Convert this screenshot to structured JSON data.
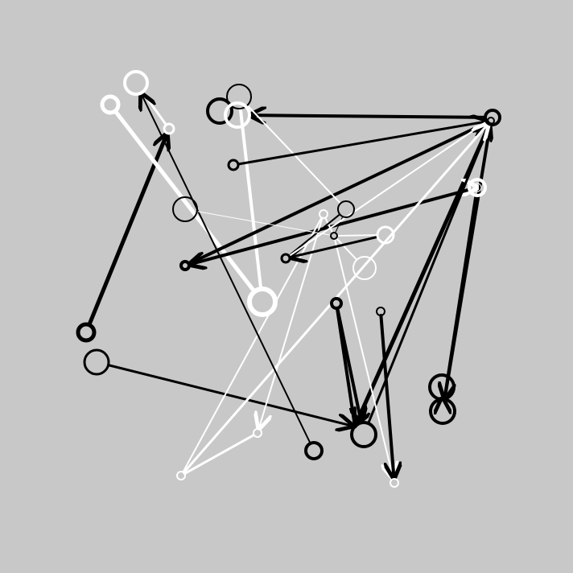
{
  "colors": {
    "background": "#c8c8c8",
    "black": "#000000",
    "white": "#ffffff"
  },
  "nodes": {
    "n1": {
      "color": "white"
    },
    "n2": {
      "color": "white"
    },
    "n3": {
      "color": "white"
    },
    "n4": {
      "color": "black"
    },
    "n5": {
      "color": "black"
    },
    "n6": {
      "color": "black"
    },
    "n7": {
      "color": "black"
    },
    "n8": {
      "color": "white"
    },
    "n9": {
      "color": "black"
    },
    "n10": {
      "color": "black"
    },
    "n11": {
      "color": "black"
    },
    "n12": {
      "color": "white"
    },
    "n13": {
      "color": "black"
    },
    "n14": {
      "color": "white"
    },
    "n15": {
      "color": "black"
    },
    "n16": {
      "color": "black"
    },
    "n17": {
      "color": "black"
    },
    "n18": {
      "color": "white"
    },
    "n19": {
      "color": "white"
    },
    "n20": {
      "color": "black"
    },
    "n21": {
      "color": "black"
    },
    "n22": {
      "color": "black"
    },
    "n23": {
      "color": "black"
    },
    "n24": {
      "color": "black"
    },
    "n25": {
      "color": "white"
    },
    "n26": {
      "color": "black"
    },
    "n27": {
      "color": "white"
    },
    "n28": {
      "color": "white"
    },
    "n29": {
      "color": "black"
    },
    "n30": {
      "color": "white"
    },
    "n31": {
      "color": "white"
    },
    "n32": {
      "color": "black"
    }
  },
  "edges": [
    {
      "from": "n4",
      "to": "n1",
      "color": "black",
      "arrow": true
    },
    {
      "from": "n3",
      "to": "n1",
      "color": "white",
      "arrow": false
    },
    {
      "from": "n2",
      "to": "n12",
      "color": "white",
      "arrow": false
    },
    {
      "from": "n6",
      "to": "n12",
      "color": "white",
      "arrow": false
    },
    {
      "from": "n7",
      "to": "n27",
      "color": "black",
      "arrow": true
    },
    {
      "from": "n7",
      "to": "n29",
      "color": "black",
      "arrow": true
    },
    {
      "from": "n9",
      "to": "n11",
      "color": "black",
      "arrow": false
    },
    {
      "from": "n9",
      "to": "n26",
      "color": "black",
      "arrow": true
    },
    {
      "from": "n6",
      "to": "n20",
      "color": "white",
      "arrow": false
    },
    {
      "from": "n18",
      "to": "n8",
      "color": "white",
      "arrow": true
    },
    {
      "from": "n8",
      "to": "n11",
      "color": "black",
      "arrow": true
    },
    {
      "from": "n8",
      "to": "n26",
      "color": "black",
      "arrow": true
    },
    {
      "from": "n13",
      "to": "n9",
      "color": "black",
      "arrow": true
    },
    {
      "from": "n22",
      "to": "n9",
      "color": "black",
      "arrow": true
    },
    {
      "from": "n24",
      "to": "n26",
      "color": "black",
      "arrow": true
    },
    {
      "from": "n23",
      "to": "n13",
      "color": "black",
      "arrow": true
    },
    {
      "from": "n23",
      "to": "n29",
      "color": "black",
      "arrow": false
    },
    {
      "from": "n14",
      "to": "n16",
      "color": "white",
      "arrow": false
    },
    {
      "from": "n17",
      "to": "n29",
      "color": "black",
      "arrow": true
    },
    {
      "from": "n16",
      "to": "n28",
      "color": "white",
      "arrow": true
    },
    {
      "from": "n16",
      "to": "n20",
      "color": "black",
      "arrow": false
    },
    {
      "from": "n19",
      "to": "n16",
      "color": "white",
      "arrow": false
    },
    {
      "from": "n19",
      "to": "n31",
      "color": "white",
      "arrow": false
    },
    {
      "from": "n19",
      "to": "n30",
      "color": "white",
      "arrow": true
    },
    {
      "from": "n21",
      "to": "n20",
      "color": "black",
      "arrow": false
    },
    {
      "from": "n31",
      "to": "n30",
      "color": "white",
      "arrow": false
    },
    {
      "from": "n31",
      "to": "n9",
      "color": "white",
      "arrow": true
    },
    {
      "from": "n32",
      "to": "n28",
      "color": "black",
      "arrow": true
    },
    {
      "from": "n15",
      "to": "n3",
      "color": "black",
      "arrow": true
    },
    {
      "from": "n25",
      "to": "n21",
      "color": "black",
      "arrow": true
    },
    {
      "from": "n7",
      "to": "n21",
      "color": "white",
      "arrow": false
    },
    {
      "from": "n16",
      "to": "n25",
      "color": "white",
      "arrow": false
    },
    {
      "from": "n5",
      "to": "n16",
      "color": "white",
      "arrow": false
    }
  ]
}
